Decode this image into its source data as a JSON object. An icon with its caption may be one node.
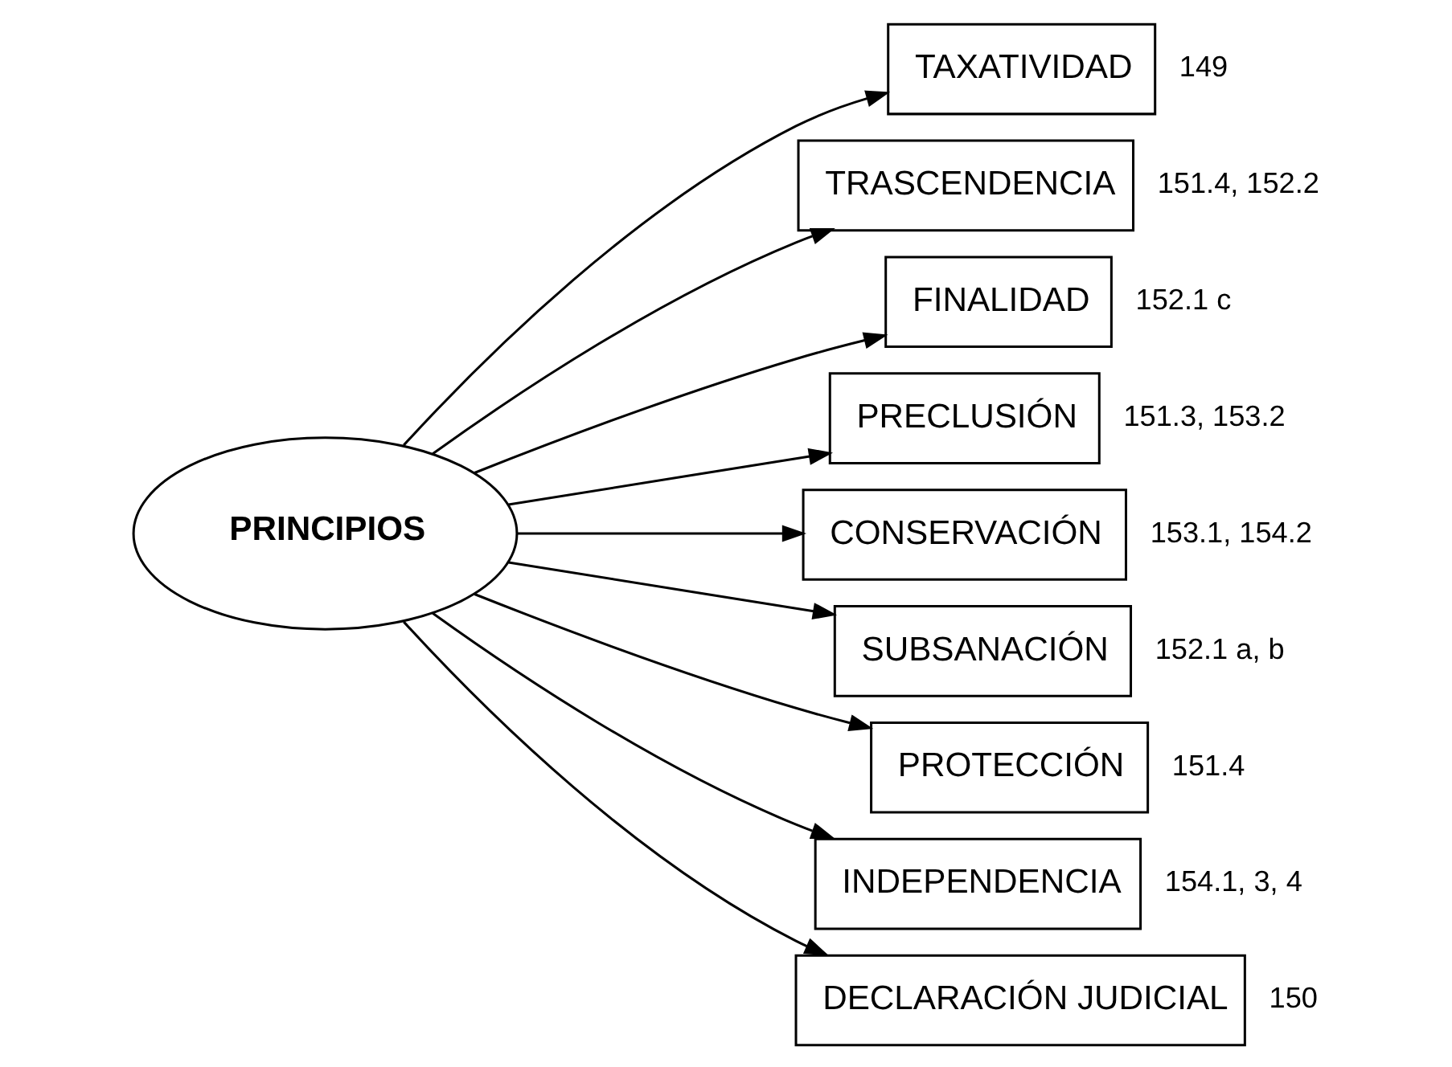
{
  "diagram": {
    "nodes": [
      {
        "text": [
          "PRINCIPIOS"
        ]
      },
      {
        "text": [
          "TAXATIVIDAD"
        ],
        "beside": [
          "149"
        ]
      },
      {
        "text": [
          "TRASCENDENCIA"
        ],
        "beside": [
          "151.4, 152.2"
        ]
      },
      {
        "text": [
          "FINALIDAD"
        ],
        "beside": [
          "152.1 c"
        ]
      },
      {
        "text": [
          "PRECLUSIÓN"
        ],
        "beside": [
          "151.3, 153.2"
        ]
      },
      {
        "text": [
          "CONSERVACIÓN"
        ],
        "beside": [
          "153.1, 154.2"
        ]
      },
      {
        "text": [
          "SUBSANACIÓN"
        ],
        "beside": [
          "152.1 a, b"
        ]
      },
      {
        "text": [
          "PROTECCIÓN"
        ],
        "beside": [
          "151.4"
        ]
      },
      {
        "text": [
          "INDEPENDENCIA"
        ],
        "beside": [
          "154.1, 3, 4"
        ]
      },
      {
        "text": [
          "DECLARACIÓN JUDICIAL"
        ],
        "beside": [
          "150"
        ]
      }
    ],
    "edges": [
      {
        "from": 0,
        "to": 1,
        "arrow": "to"
      },
      {
        "from": 0,
        "to": 2,
        "arrow": "to"
      },
      {
        "from": 0,
        "to": 3,
        "arrow": "to"
      },
      {
        "from": 0,
        "to": 4,
        "arrow": "to"
      },
      {
        "from": 0,
        "to": 5,
        "arrow": "to"
      },
      {
        "from": 0,
        "to": 6,
        "arrow": "to"
      },
      {
        "from": 0,
        "to": 7,
        "arrow": "to"
      },
      {
        "from": 0,
        "to": 8,
        "arrow": "to"
      },
      {
        "from": 0,
        "to": 9,
        "arrow": "to"
      }
    ]
  }
}
